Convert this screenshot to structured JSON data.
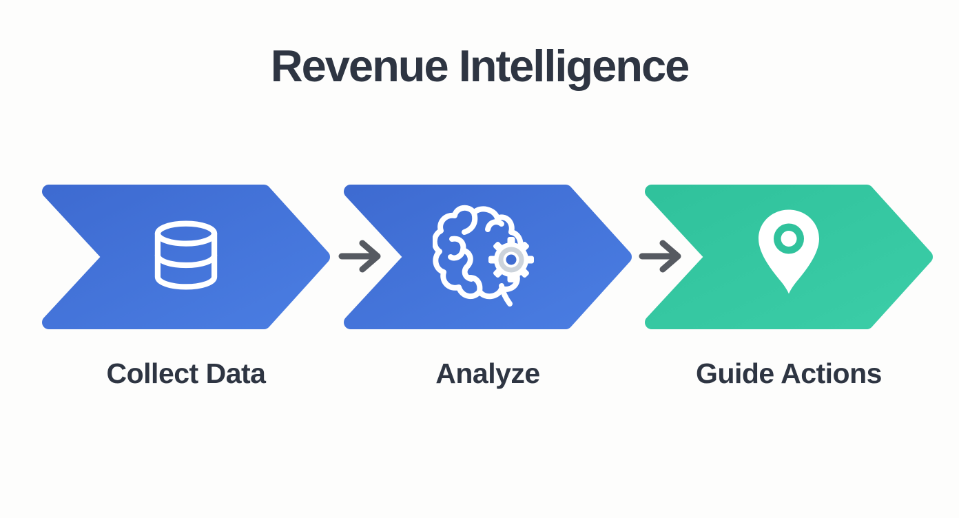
{
  "title": "Revenue Intelligence",
  "diagram": {
    "steps": [
      {
        "label": "Collect Data",
        "icon": "database-icon",
        "color_name": "blue"
      },
      {
        "label": "Analyze",
        "icon": "brain-gear-icon",
        "color_name": "blue"
      },
      {
        "label": "Guide Actions",
        "icon": "location-pin-icon",
        "color_name": "green"
      }
    ],
    "connector_icon": "arrow-right-icon"
  },
  "colors": {
    "background": "#fdfdfc",
    "title_text": "#2e3542",
    "label_text": "#2e3542",
    "arrow": "#565a61",
    "icon_stroke": "#ffffff",
    "gear_body": "#ccd3db",
    "step_blue_1": "#3e6bd1",
    "step_blue_2": "#4a7de2",
    "step_green_1": "#30c29c",
    "step_green_2": "#3bcda7"
  }
}
